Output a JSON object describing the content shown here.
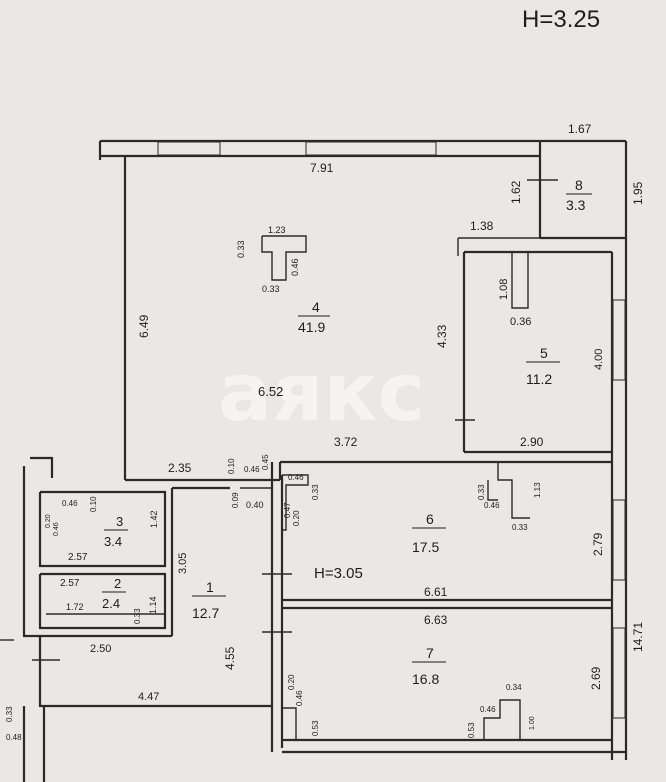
{
  "header": {
    "ceiling_height": "H=3.25"
  },
  "watermark": {
    "text": "аякс"
  },
  "rooms": [
    {
      "id": "1",
      "number": "1",
      "area": "12.7"
    },
    {
      "id": "2",
      "number": "2",
      "area": "2.4"
    },
    {
      "id": "3",
      "number": "3",
      "area": "3.4"
    },
    {
      "id": "4",
      "number": "4",
      "area": "41.9"
    },
    {
      "id": "5",
      "number": "5",
      "area": "11.2"
    },
    {
      "id": "6",
      "number": "6",
      "area": "17.5"
    },
    {
      "id": "7",
      "number": "7",
      "area": "16.8"
    },
    {
      "id": "8",
      "number": "8",
      "area": "3.3"
    }
  ],
  "local_height": "H=3.05",
  "dimensions": [
    "7.91",
    "1.67",
    "1.95",
    "1.62",
    "1.38",
    "1.23",
    "0.33",
    "0.46",
    "0.33",
    "6.49",
    "4.33",
    "1.08",
    "0.36",
    "4.00",
    "6.52",
    "3.72",
    "2.90",
    "2.35",
    "0.10",
    "0.46",
    "0.45",
    "0.09",
    "0.40",
    "0.46",
    "0.33",
    "0.47",
    "0.20",
    "0.33",
    "0.46",
    "1.13",
    "0.33",
    "2.79",
    "0.46",
    "0.10",
    "0.46",
    "0.20",
    "1.42",
    "2.57",
    "3.05",
    "2.57",
    "1.72",
    "0.33",
    "1.14",
    "6.61",
    "6.63",
    "14.71",
    "2.50",
    "4.55",
    "2.69",
    "0.20",
    "0.46",
    "0.34",
    "0.53",
    "0.46",
    "1.00",
    "0.53",
    "4.47",
    "0.33",
    "0.48"
  ]
}
